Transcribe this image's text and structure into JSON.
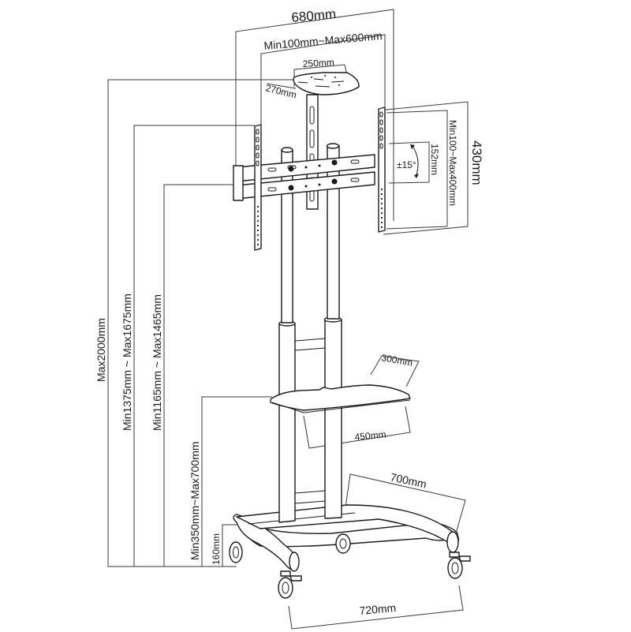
{
  "title": "Mobile TV Cart Dimensions",
  "colors": {
    "line": "#1a1a1a",
    "dimension_line": "#3a3a3a",
    "background": "#ffffff"
  },
  "dimensions": {
    "overall_width": "680mm",
    "vesa_horizontal": "Min100mm~Max600mm",
    "top_shelf_width": "250mm",
    "top_shelf_depth": "270mm",
    "overall_height_bracket": "430mm",
    "vesa_vertical": "Min100~Max400mm",
    "tilt_height": "152mm",
    "tilt_angle": "±15°",
    "max_height": "Max2000mm",
    "top_height_range": "Min1375mm ~ Max1675mm",
    "center_height_range": "Min1165mm ~ Max1465mm",
    "shelf_depth": "300mm",
    "shelf_width": "450mm",
    "shelf_height_range": "Min350mm~Max700mm",
    "base_height": "160mm",
    "base_depth": "700mm",
    "base_width": "720mm"
  }
}
